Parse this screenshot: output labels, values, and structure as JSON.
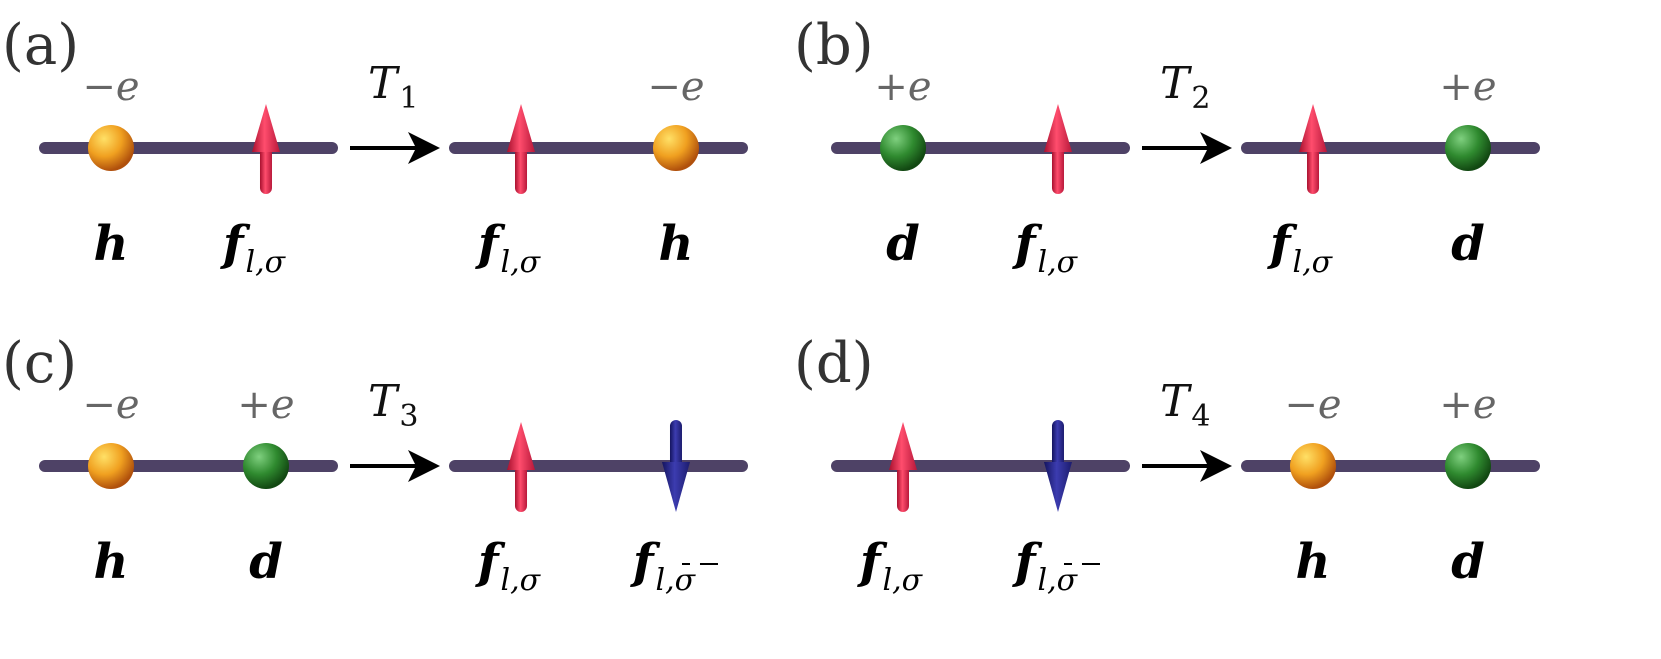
{
  "panels": [
    {
      "label": "(a)",
      "transition": {
        "symbol": "T",
        "index": "1"
      },
      "before": {
        "items": [
          {
            "kind": "hole",
            "charge": "−e",
            "site": "h"
          },
          {
            "kind": "spin-up",
            "charge": "",
            "site": "f",
            "sub": "l,σ",
            "sub_bar": false
          }
        ]
      },
      "after": {
        "items": [
          {
            "kind": "spin-up",
            "charge": "",
            "site": "f",
            "sub": "l,σ",
            "sub_bar": false
          },
          {
            "kind": "hole",
            "charge": "−e",
            "site": "h"
          }
        ]
      }
    },
    {
      "label": "(b)",
      "transition": {
        "symbol": "T",
        "index": "2"
      },
      "before": {
        "items": [
          {
            "kind": "doublon",
            "charge": "+e",
            "site": "d"
          },
          {
            "kind": "spin-up",
            "charge": "",
            "site": "f",
            "sub": "l,σ",
            "sub_bar": false
          }
        ]
      },
      "after": {
        "items": [
          {
            "kind": "spin-up",
            "charge": "",
            "site": "f",
            "sub": "l,σ",
            "sub_bar": false
          },
          {
            "kind": "doublon",
            "charge": "+e",
            "site": "d"
          }
        ]
      }
    },
    {
      "label": "(c)",
      "transition": {
        "symbol": "T",
        "index": "3"
      },
      "before": {
        "items": [
          {
            "kind": "hole",
            "charge": "−e",
            "site": "h"
          },
          {
            "kind": "doublon",
            "charge": "+e",
            "site": "d"
          }
        ]
      },
      "after": {
        "items": [
          {
            "kind": "spin-up",
            "charge": "",
            "site": "f",
            "sub": "l,σ",
            "sub_bar": false
          },
          {
            "kind": "spin-down",
            "charge": "",
            "site": "f",
            "sub": "l,σ",
            "sub_bar": true
          }
        ]
      }
    },
    {
      "label": "(d)",
      "transition": {
        "symbol": "T",
        "index": "4"
      },
      "before": {
        "items": [
          {
            "kind": "spin-up",
            "charge": "",
            "site": "f",
            "sub": "l,σ",
            "sub_bar": false
          },
          {
            "kind": "spin-down",
            "charge": "",
            "site": "f",
            "sub": "l,σ",
            "sub_bar": true
          }
        ]
      },
      "after": {
        "items": [
          {
            "kind": "hole",
            "charge": "−e",
            "site": "h"
          },
          {
            "kind": "doublon",
            "charge": "+e",
            "site": "d"
          }
        ]
      }
    }
  ],
  "colors": {
    "rod": "#8a7a8e",
    "rod_highlight": "#c9b58f",
    "hole_sphere": "#f0a020",
    "doublon_sphere": "#2f8a2f",
    "spin_up": "#e8264a",
    "spin_down": "#2a2a8c",
    "arrow": "#000000"
  }
}
